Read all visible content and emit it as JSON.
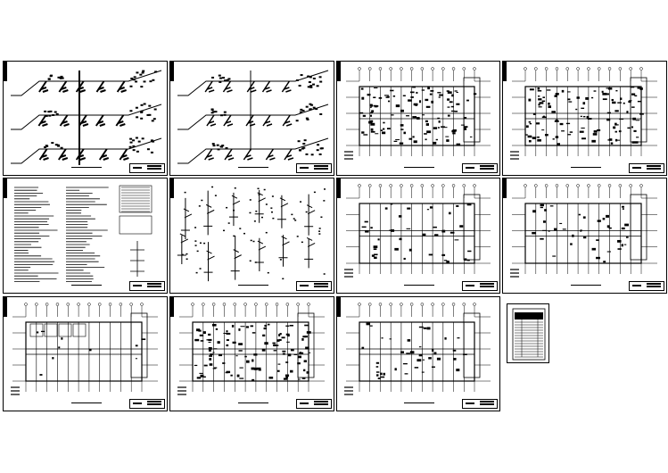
{
  "sheets": [
    {
      "kind": "isometric"
    },
    {
      "kind": "isometric2"
    },
    {
      "kind": "plan"
    },
    {
      "kind": "plan"
    },
    {
      "kind": "notes"
    },
    {
      "kind": "riser"
    },
    {
      "kind": "plan2"
    },
    {
      "kind": "plan2"
    },
    {
      "kind": "plan3"
    },
    {
      "kind": "plan"
    },
    {
      "kind": "plan2"
    },
    {
      "kind": "index"
    }
  ]
}
